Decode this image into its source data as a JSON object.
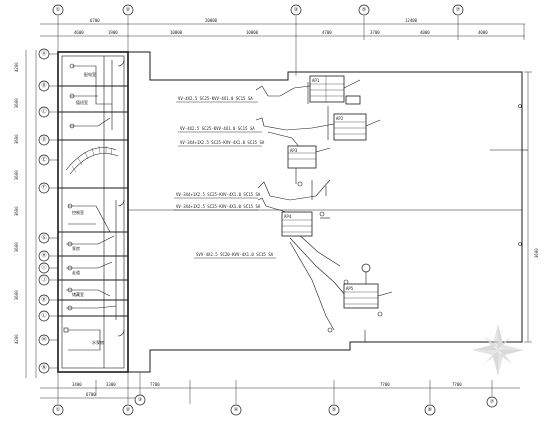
{
  "grid": {
    "top": [
      "①",
      "②",
      "③",
      "⑤",
      "⑦"
    ],
    "left": [
      "Ⓐ",
      "Ⓑ",
      "Ⓒ",
      "Ⓓ",
      "Ⓔ",
      "Ⓕ",
      "Ⓖ",
      "Ⓗ",
      "Ⓘ",
      "Ⓙ",
      "Ⓚ",
      "Ⓛ",
      "Ⓜ",
      "Ⓝ"
    ],
    "bottom": [
      "①",
      "②",
      "③",
      "④",
      "⑤",
      "⑥",
      "⑦"
    ]
  },
  "dims": {
    "top_row1": [
      "6700",
      "",
      "20800",
      "",
      "12400",
      ""
    ],
    "top_row2": [
      "4600",
      "1900",
      "10800",
      "10000",
      "4700",
      "3700",
      "4000",
      "4000"
    ],
    "bottom_row1": [
      "3400",
      "3300",
      "",
      "7700",
      "",
      "7700",
      "7700"
    ],
    "bottom_row2": [
      "6700",
      "",
      "",
      "",
      "",
      ""
    ],
    "left": [
      "4200",
      "3600",
      "3600",
      "3600",
      "3600",
      "3600",
      "3600",
      "4200"
    ],
    "right": [
      "3600"
    ]
  },
  "cables": [
    "VV-4X2.5 SC25-KVV-4X1.0 SC15 SA",
    "VV-4X2.5 SC25-KVV-4X1.0 SC15 SA",
    "VV-3X4+1X2.5 SC25-KVV-4X1.0 SC15 SA",
    "VV-3X4+1X2.5 SC25-KVV-4X1.0 SC15 SA",
    "VV-3X4+1X2.5 SC25-KVV-4X1.0 SC15 SA",
    "SVV-4X2.5 SC20-KVV-4X1.0 SC15 SA"
  ],
  "panels": [
    "AP1",
    "AP2",
    "AP3",
    "AP4",
    "AP5"
  ],
  "rooms": [
    "配电室",
    "值班室",
    "控制室",
    "泵房",
    "走道",
    "储藏室",
    "水泵房"
  ],
  "colors": {
    "line": "#1a1a1a",
    "background": "#ffffff",
    "watermark": "#d9d9d9"
  }
}
